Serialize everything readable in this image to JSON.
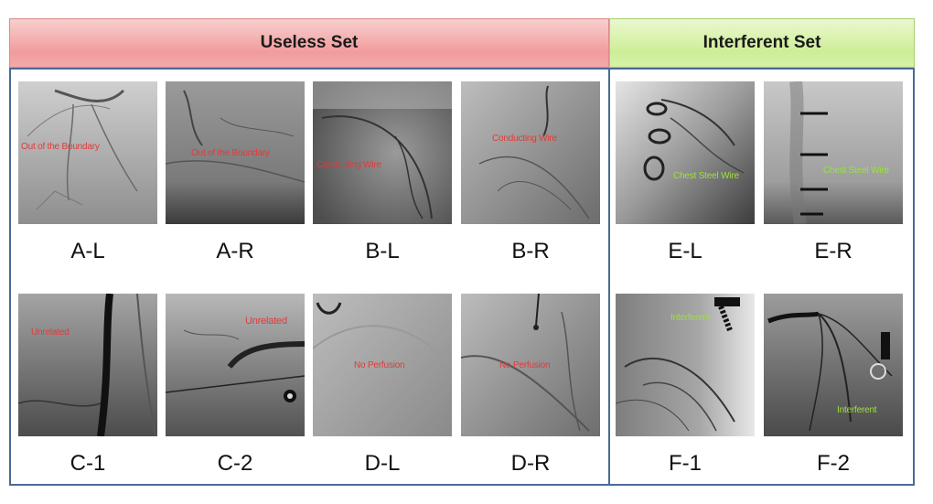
{
  "headers": {
    "useless": "Useless Set",
    "interferent": "Interferent Set"
  },
  "panels": [
    {
      "caption": "A-L",
      "label": "Out of the Boundary",
      "label_color": "red"
    },
    {
      "caption": "A-R",
      "label": "Out of the Boundary",
      "label_color": "red"
    },
    {
      "caption": "B-L",
      "label": "Conducting Wire",
      "label_color": "red"
    },
    {
      "caption": "B-R",
      "label": "Conducting Wire",
      "label_color": "red"
    },
    {
      "caption": "E-L",
      "label": "Chest Steel Wire",
      "label_color": "green"
    },
    {
      "caption": "E-R",
      "label": "Chest Steel Wire",
      "label_color": "green"
    },
    {
      "caption": "C-1",
      "label": "Unrelated",
      "label_color": "red"
    },
    {
      "caption": "C-2",
      "label": "Unrelated",
      "label_color": "red"
    },
    {
      "caption": "D-L",
      "label": "No Perfusion",
      "label_color": "red"
    },
    {
      "caption": "D-R",
      "label": "No Perfusion",
      "label_color": "red"
    },
    {
      "caption": "F-1",
      "label": "Interferent",
      "label_color": "green"
    },
    {
      "caption": "F-2",
      "label": "Interferent",
      "label_color": "green"
    }
  ],
  "colors": {
    "useless_header": "#f19c9c",
    "interferent_header": "#cdee96",
    "panel_border": "#4a6a95",
    "red_label": "#e23a3a",
    "green_label": "#9be23a"
  }
}
